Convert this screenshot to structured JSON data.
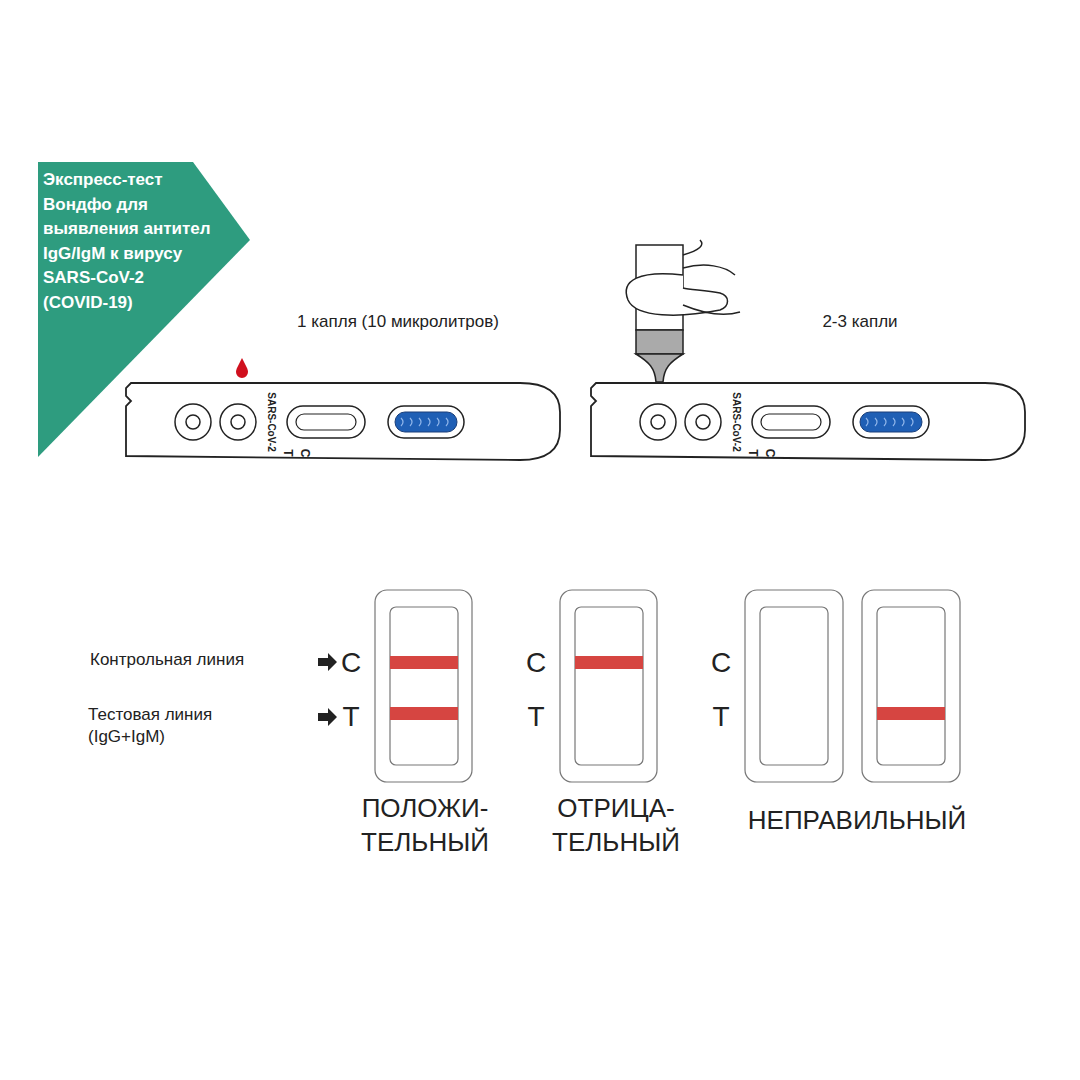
{
  "diagram": {
    "nodes": [
      {
        "text": [
          "Экспресс-тест Вондфо для выявления антител IgG/IgM к вирусу SARS-CoV-2 (COVID-19)"
        ]
      },
      {
        "text": [
          "SARS-CoV-2",
          "C",
          "T"
        ]
      },
      {
        "text": [
          "SARS-CoV-2",
          "C",
          "T"
        ]
      }
    ],
    "labels": [
      "1 капля (10 микролитров)",
      "2-3 капли",
      "Контрольная линия",
      "C",
      "Тестовая линия (IgG+IgM)",
      "T",
      "C",
      "T",
      "C",
      "T",
      "ПОЛОЖИ- ТЕЛЬНЫЙ",
      "ОТРИЦА- ТЕЛЬНЫЙ",
      "НЕПРАВИЛЬНЫЙ"
    ]
  }
}
